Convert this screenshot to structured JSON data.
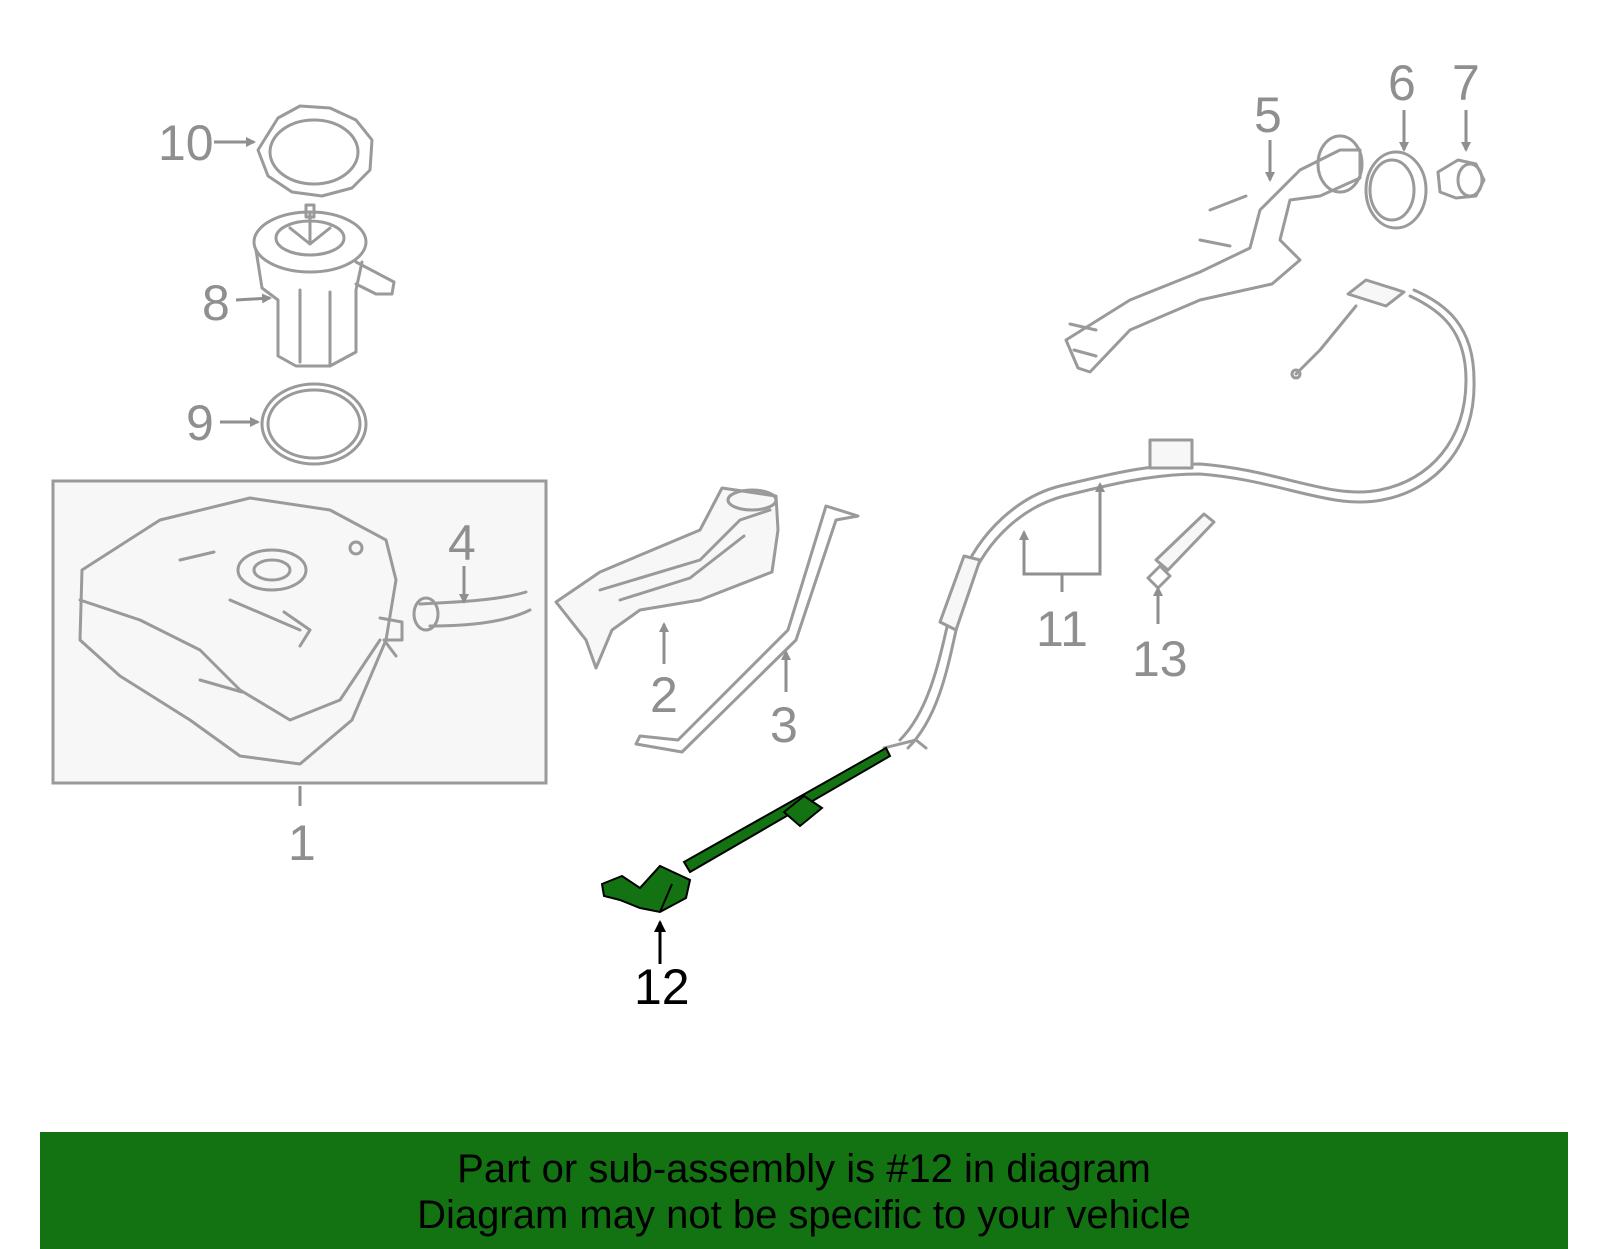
{
  "diagram": {
    "callouts": [
      {
        "id": "1",
        "text": "1"
      },
      {
        "id": "2",
        "text": "2"
      },
      {
        "id": "3",
        "text": "3"
      },
      {
        "id": "4",
        "text": "4"
      },
      {
        "id": "5",
        "text": "5"
      },
      {
        "id": "6",
        "text": "6"
      },
      {
        "id": "7",
        "text": "7"
      },
      {
        "id": "8",
        "text": "8"
      },
      {
        "id": "9",
        "text": "9"
      },
      {
        "id": "10",
        "text": "10"
      },
      {
        "id": "11",
        "text": "11"
      },
      {
        "id": "12",
        "text": "12"
      },
      {
        "id": "13",
        "text": "13"
      }
    ],
    "highlighted_part": "12",
    "colors": {
      "highlight": "#137313",
      "line": "#9a9a9a",
      "label": "#8f8f8f"
    }
  },
  "footer": {
    "line1": "Part or sub-assembly is #12 in diagram",
    "line2": "Diagram may not be specific to your vehicle",
    "background": "#137313"
  }
}
